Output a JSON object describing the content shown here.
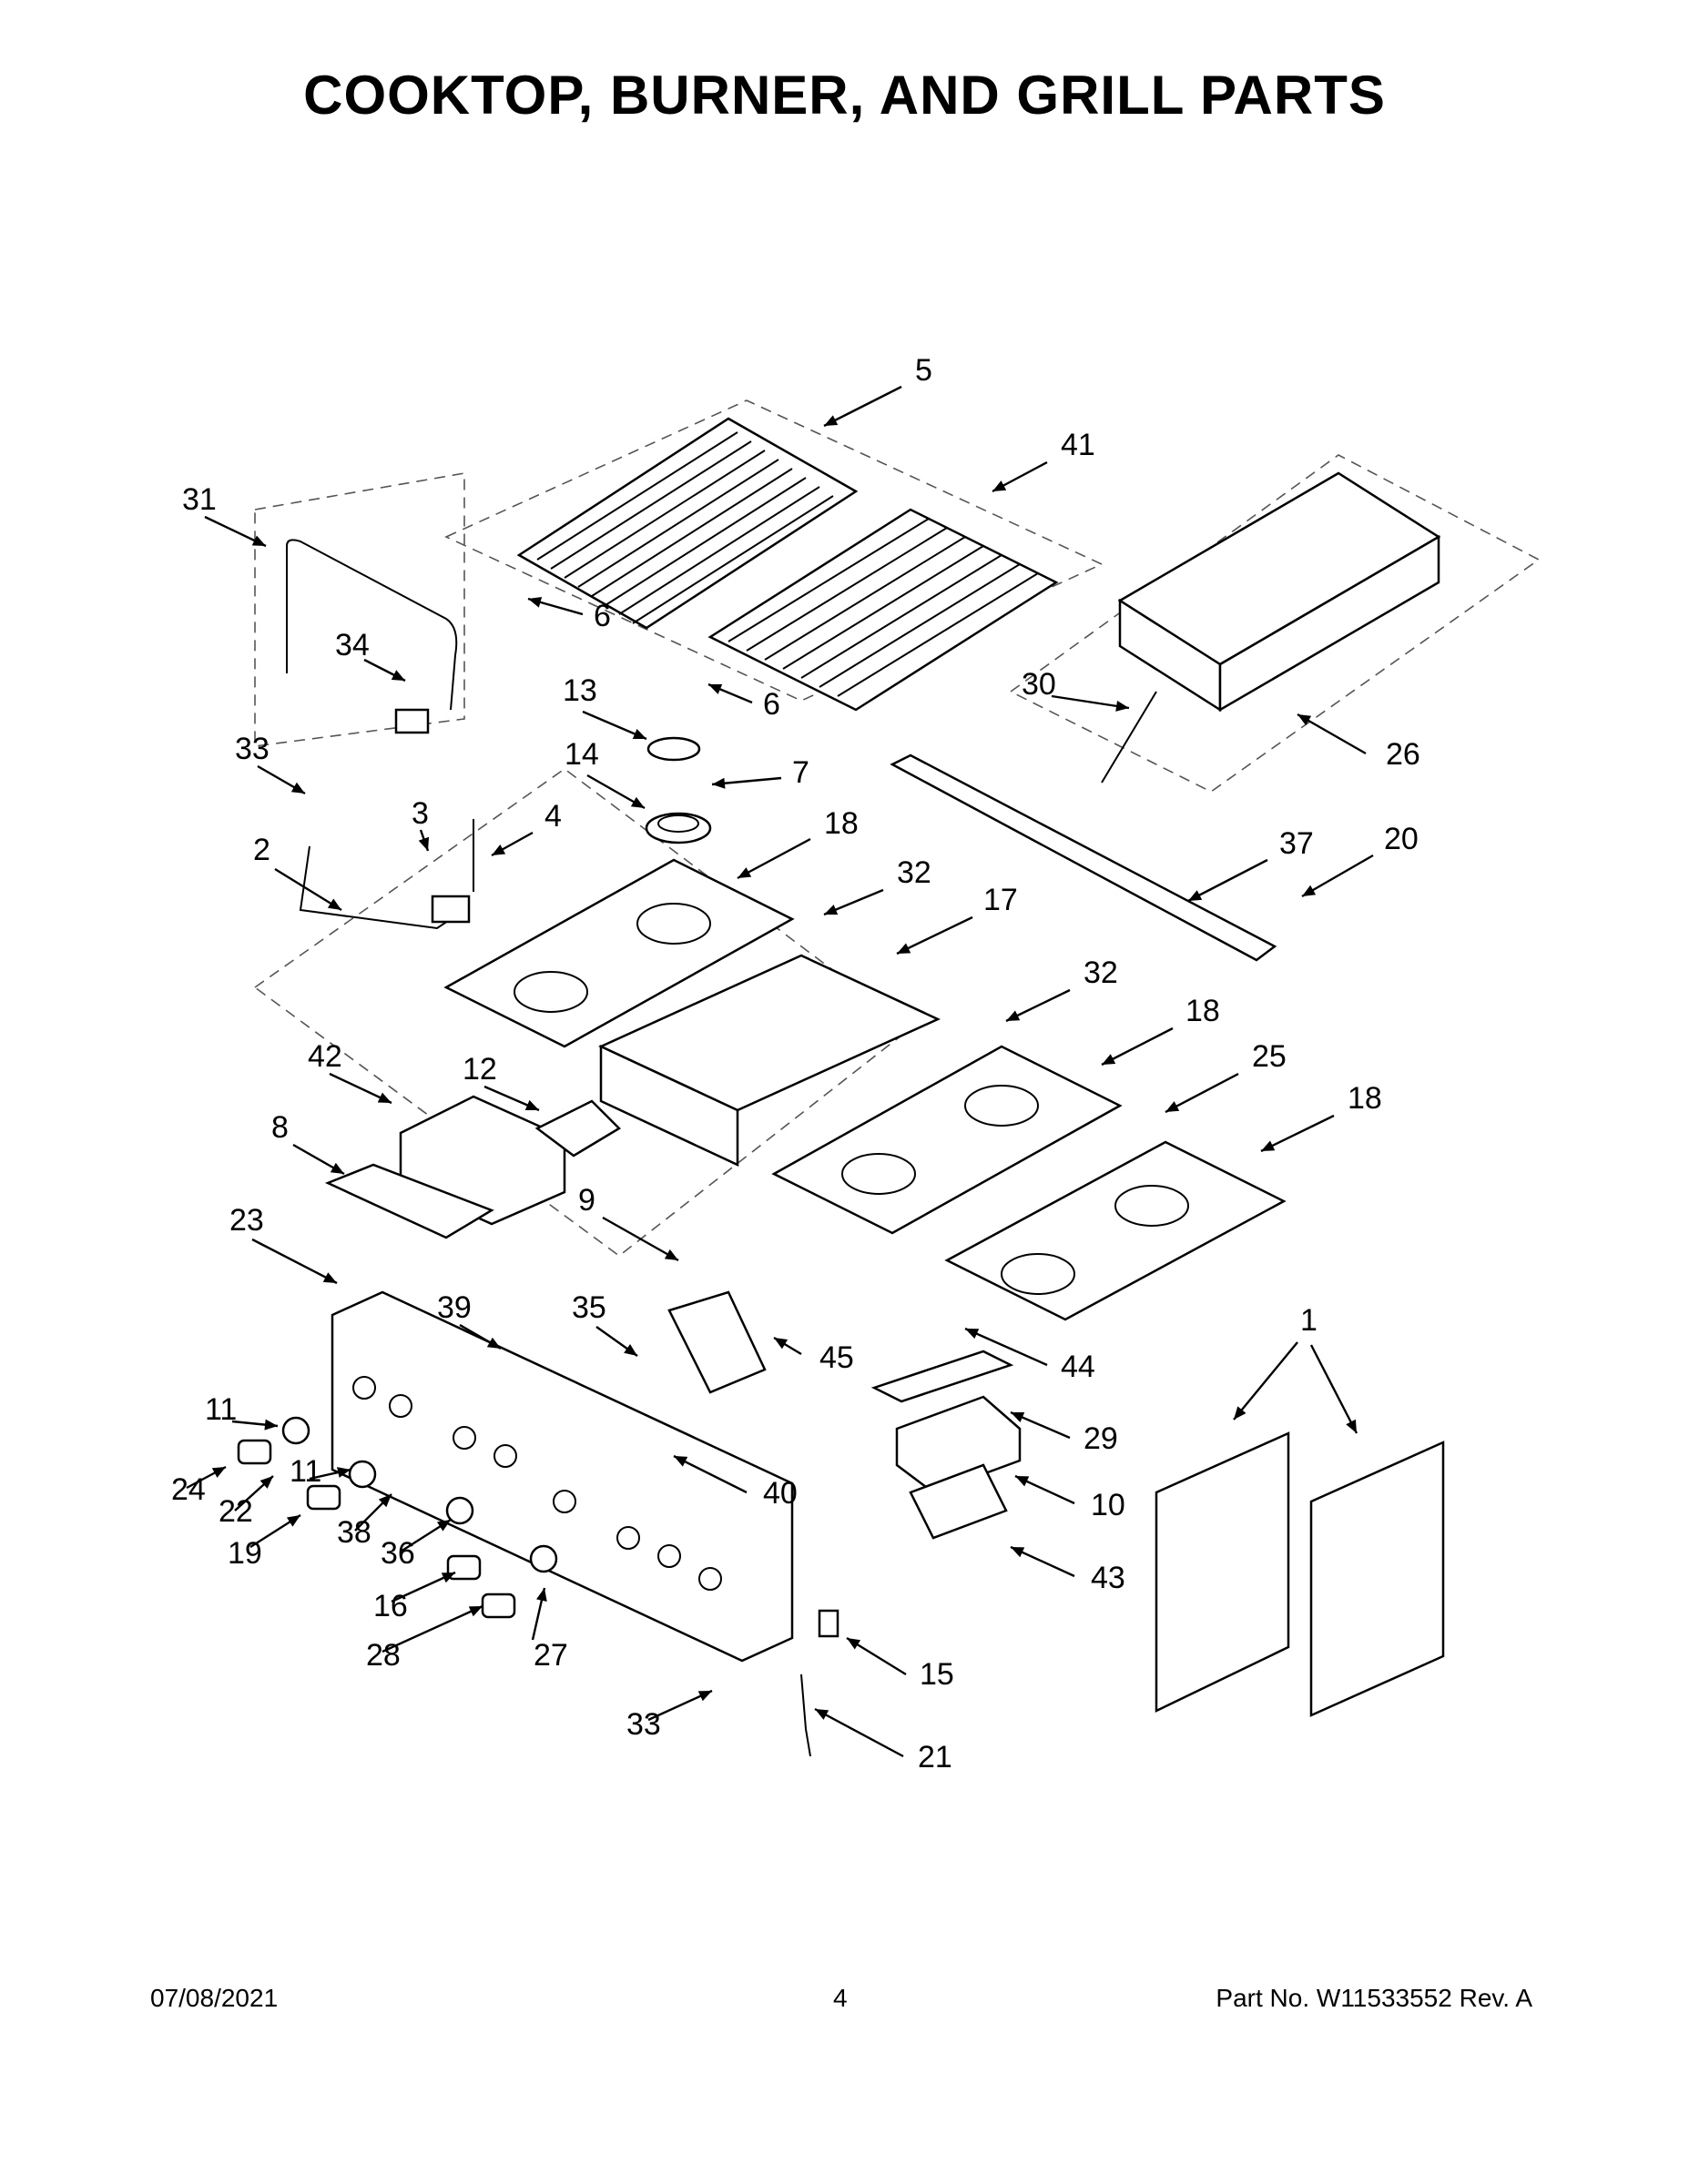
{
  "page": {
    "title": "COOKTOP, BURNER, AND GRILL PARTS",
    "date": "07/08/2021",
    "page_number": "4",
    "part_number": "Part No.  W11533552  Rev.  A"
  },
  "callouts": [
    {
      "id": "c5",
      "label": "5"
    },
    {
      "id": "c41",
      "label": "41"
    },
    {
      "id": "c31",
      "label": "31"
    },
    {
      "id": "c6a",
      "label": "6"
    },
    {
      "id": "c6b",
      "label": "6"
    },
    {
      "id": "c34",
      "label": "34"
    },
    {
      "id": "c13",
      "label": "13"
    },
    {
      "id": "c30",
      "label": "30"
    },
    {
      "id": "c26",
      "label": "26"
    },
    {
      "id": "c33a",
      "label": "33"
    },
    {
      "id": "c14",
      "label": "14"
    },
    {
      "id": "c7",
      "label": "7"
    },
    {
      "id": "c3",
      "label": "3"
    },
    {
      "id": "c4",
      "label": "4"
    },
    {
      "id": "c18a",
      "label": "18"
    },
    {
      "id": "c2",
      "label": "2"
    },
    {
      "id": "c37",
      "label": "37"
    },
    {
      "id": "c20",
      "label": "20"
    },
    {
      "id": "c32a",
      "label": "32"
    },
    {
      "id": "c17",
      "label": "17"
    },
    {
      "id": "c32b",
      "label": "32"
    },
    {
      "id": "c18b",
      "label": "18"
    },
    {
      "id": "c25",
      "label": "25"
    },
    {
      "id": "c18c",
      "label": "18"
    },
    {
      "id": "c42",
      "label": "42"
    },
    {
      "id": "c12",
      "label": "12"
    },
    {
      "id": "c8",
      "label": "8"
    },
    {
      "id": "c9",
      "label": "9"
    },
    {
      "id": "c23",
      "label": "23"
    },
    {
      "id": "c39",
      "label": "39"
    },
    {
      "id": "c35",
      "label": "35"
    },
    {
      "id": "c45",
      "label": "45"
    },
    {
      "id": "c44",
      "label": "44"
    },
    {
      "id": "c1",
      "label": "1"
    },
    {
      "id": "c11a",
      "label": "11"
    },
    {
      "id": "c29",
      "label": "29"
    },
    {
      "id": "c24",
      "label": "24"
    },
    {
      "id": "c11b",
      "label": "11"
    },
    {
      "id": "c22",
      "label": "22"
    },
    {
      "id": "c40",
      "label": "40"
    },
    {
      "id": "c10",
      "label": "10"
    },
    {
      "id": "c19",
      "label": "19"
    },
    {
      "id": "c38",
      "label": "38"
    },
    {
      "id": "c36",
      "label": "36"
    },
    {
      "id": "c43",
      "label": "43"
    },
    {
      "id": "c16",
      "label": "16"
    },
    {
      "id": "c28",
      "label": "28"
    },
    {
      "id": "c27",
      "label": "27"
    },
    {
      "id": "c15",
      "label": "15"
    },
    {
      "id": "c33b",
      "label": "33"
    },
    {
      "id": "c21",
      "label": "21"
    }
  ]
}
